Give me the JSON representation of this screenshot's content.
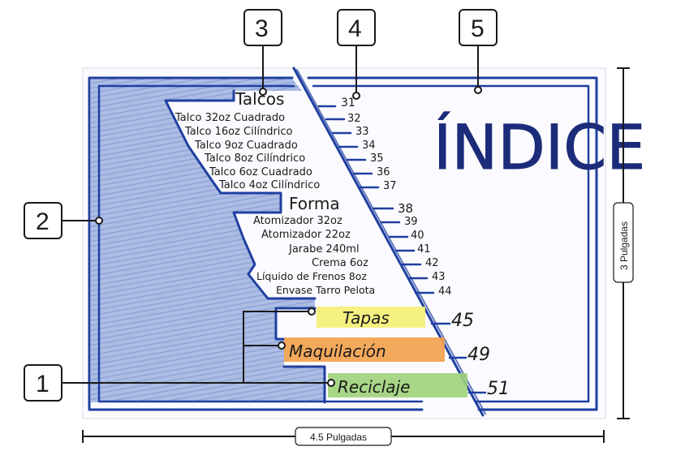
{
  "card": {
    "title": "ÍNDICE",
    "sections": [
      {
        "heading": "Talcos",
        "page": "31"
      },
      {
        "heading": "Forma",
        "page": "38"
      }
    ],
    "talcos_items": [
      {
        "label": "Talco 32oz Cuadrado",
        "page": "32"
      },
      {
        "label": "Talco 16oz Cilíndrico",
        "page": "33"
      },
      {
        "label": "Talco 9oz Cuadrado",
        "page": "34"
      },
      {
        "label": "Talco 8oz Cilíndrico",
        "page": "35"
      },
      {
        "label": "Talco 6oz Cuadrado",
        "page": "36"
      },
      {
        "label": "Talco 4oz Cilíndrico",
        "page": "37"
      }
    ],
    "forma_items": [
      {
        "label": "Atomizador 32oz",
        "page": "39"
      },
      {
        "label": "Atomizador 22oz",
        "page": "40"
      },
      {
        "label": "Jarabe 240ml",
        "page": "41"
      },
      {
        "label": "Crema 6oz",
        "page": "42"
      },
      {
        "label": "Líquido de Frenos 8oz",
        "page": "43"
      },
      {
        "label": "Envase Tarro Pelota",
        "page": "44"
      }
    ],
    "tabs": [
      {
        "label": "Tapas",
        "page": "45",
        "color": "#f4ef73"
      },
      {
        "label": "Maquilación",
        "page": "49",
        "color": "#f2a04a"
      },
      {
        "label": "Reciclaje",
        "page": "51",
        "color": "#9fd27a"
      }
    ]
  },
  "callouts": [
    "1",
    "2",
    "3",
    "4",
    "5"
  ],
  "dimensions": {
    "width_label": "4.5 Pulgadas",
    "height_label": "3 Pulgadas"
  },
  "colors": {
    "ink": "#1f3fa0",
    "panel": "#8fa6d8",
    "card_bg": "#fbfbff"
  }
}
